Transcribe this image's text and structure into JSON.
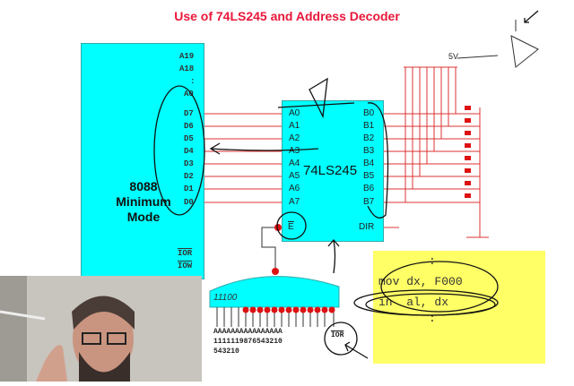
{
  "title": "Use of 74LS245 and Address Decoder",
  "cpu": {
    "label_line1": "8088",
    "label_line2": "Minimum",
    "label_line3": "Mode",
    "address_pins": [
      "A19",
      "A18",
      ":",
      "A0"
    ],
    "data_pins": [
      "D7",
      "D6",
      "D5",
      "D4",
      "D3",
      "D2",
      "D1",
      "D0"
    ],
    "control_pins": [
      "IOR",
      "IOW"
    ]
  },
  "buffer": {
    "label": "74LS245",
    "a_pins": [
      "A0",
      "A1",
      "A2",
      "A3",
      "A4",
      "A5",
      "A6",
      "A7"
    ],
    "b_pins": [
      "B0",
      "B1",
      "B2",
      "B3",
      "B4",
      "B5",
      "B6",
      "B7"
    ],
    "enable": "E",
    "dir": "DIR"
  },
  "supply": "5V",
  "decoder": {
    "handwritten": "11100",
    "addr_row1": "AAAAAAAAAAAAAAAA",
    "addr_row2": "1111119876543210",
    "addr_row3": "543210",
    "ior": "IOR"
  },
  "code": {
    "dots_top": ":",
    "line1": "mov dx, F000",
    "line2": "in  al, dx",
    "dots_bottom": ":"
  },
  "colors": {
    "title": "#e8173a",
    "chip": "#00ffff",
    "note": "#ffff66",
    "wire": "#cc0000"
  }
}
